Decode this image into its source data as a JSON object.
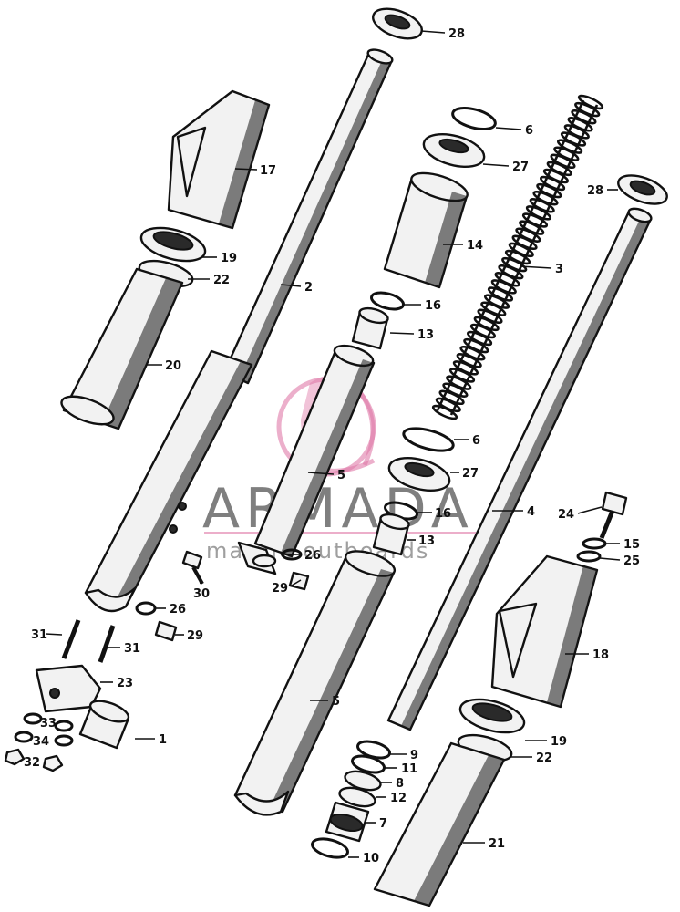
{
  "watermark": {
    "brand": "ARMADA",
    "tagline": "marine outboards",
    "logo_icon": "armada-logo-icon",
    "logo_color": "#e07aa8"
  },
  "callouts": [
    {
      "id": "c28a",
      "label": "28"
    },
    {
      "id": "c6a",
      "label": "6"
    },
    {
      "id": "c27a",
      "label": "27"
    },
    {
      "id": "c17",
      "label": "17"
    },
    {
      "id": "c28b",
      "label": "28"
    },
    {
      "id": "c19a",
      "label": "19"
    },
    {
      "id": "c14",
      "label": "14"
    },
    {
      "id": "c22a",
      "label": "22"
    },
    {
      "id": "c3",
      "label": "3"
    },
    {
      "id": "c2",
      "label": "2"
    },
    {
      "id": "c16a",
      "label": "16"
    },
    {
      "id": "c13a",
      "label": "13"
    },
    {
      "id": "c20",
      "label": "20"
    },
    {
      "id": "c6b",
      "label": "6"
    },
    {
      "id": "c5a",
      "label": "5"
    },
    {
      "id": "c27b",
      "label": "27"
    },
    {
      "id": "c16b",
      "label": "16"
    },
    {
      "id": "c4",
      "label": "4"
    },
    {
      "id": "c24",
      "label": "24"
    },
    {
      "id": "c13b",
      "label": "13"
    },
    {
      "id": "c15",
      "label": "15"
    },
    {
      "id": "c26a",
      "label": "26"
    },
    {
      "id": "c25",
      "label": "25"
    },
    {
      "id": "c30",
      "label": "30"
    },
    {
      "id": "c29a",
      "label": "29"
    },
    {
      "id": "c26b",
      "label": "26"
    },
    {
      "id": "c29b",
      "label": "29"
    },
    {
      "id": "c31a",
      "label": "31"
    },
    {
      "id": "c31b",
      "label": "31"
    },
    {
      "id": "c18",
      "label": "18"
    },
    {
      "id": "c23",
      "label": "23"
    },
    {
      "id": "c5b",
      "label": "5"
    },
    {
      "id": "c33",
      "label": "33"
    },
    {
      "id": "c34",
      "label": "34"
    },
    {
      "id": "c1",
      "label": "1"
    },
    {
      "id": "c19b",
      "label": "19"
    },
    {
      "id": "c32",
      "label": "32"
    },
    {
      "id": "c9",
      "label": "9"
    },
    {
      "id": "c22b",
      "label": "22"
    },
    {
      "id": "c11",
      "label": "11"
    },
    {
      "id": "c8",
      "label": "8"
    },
    {
      "id": "c12",
      "label": "12"
    },
    {
      "id": "c7",
      "label": "7"
    },
    {
      "id": "c21",
      "label": "21"
    },
    {
      "id": "c10",
      "label": "10"
    }
  ]
}
